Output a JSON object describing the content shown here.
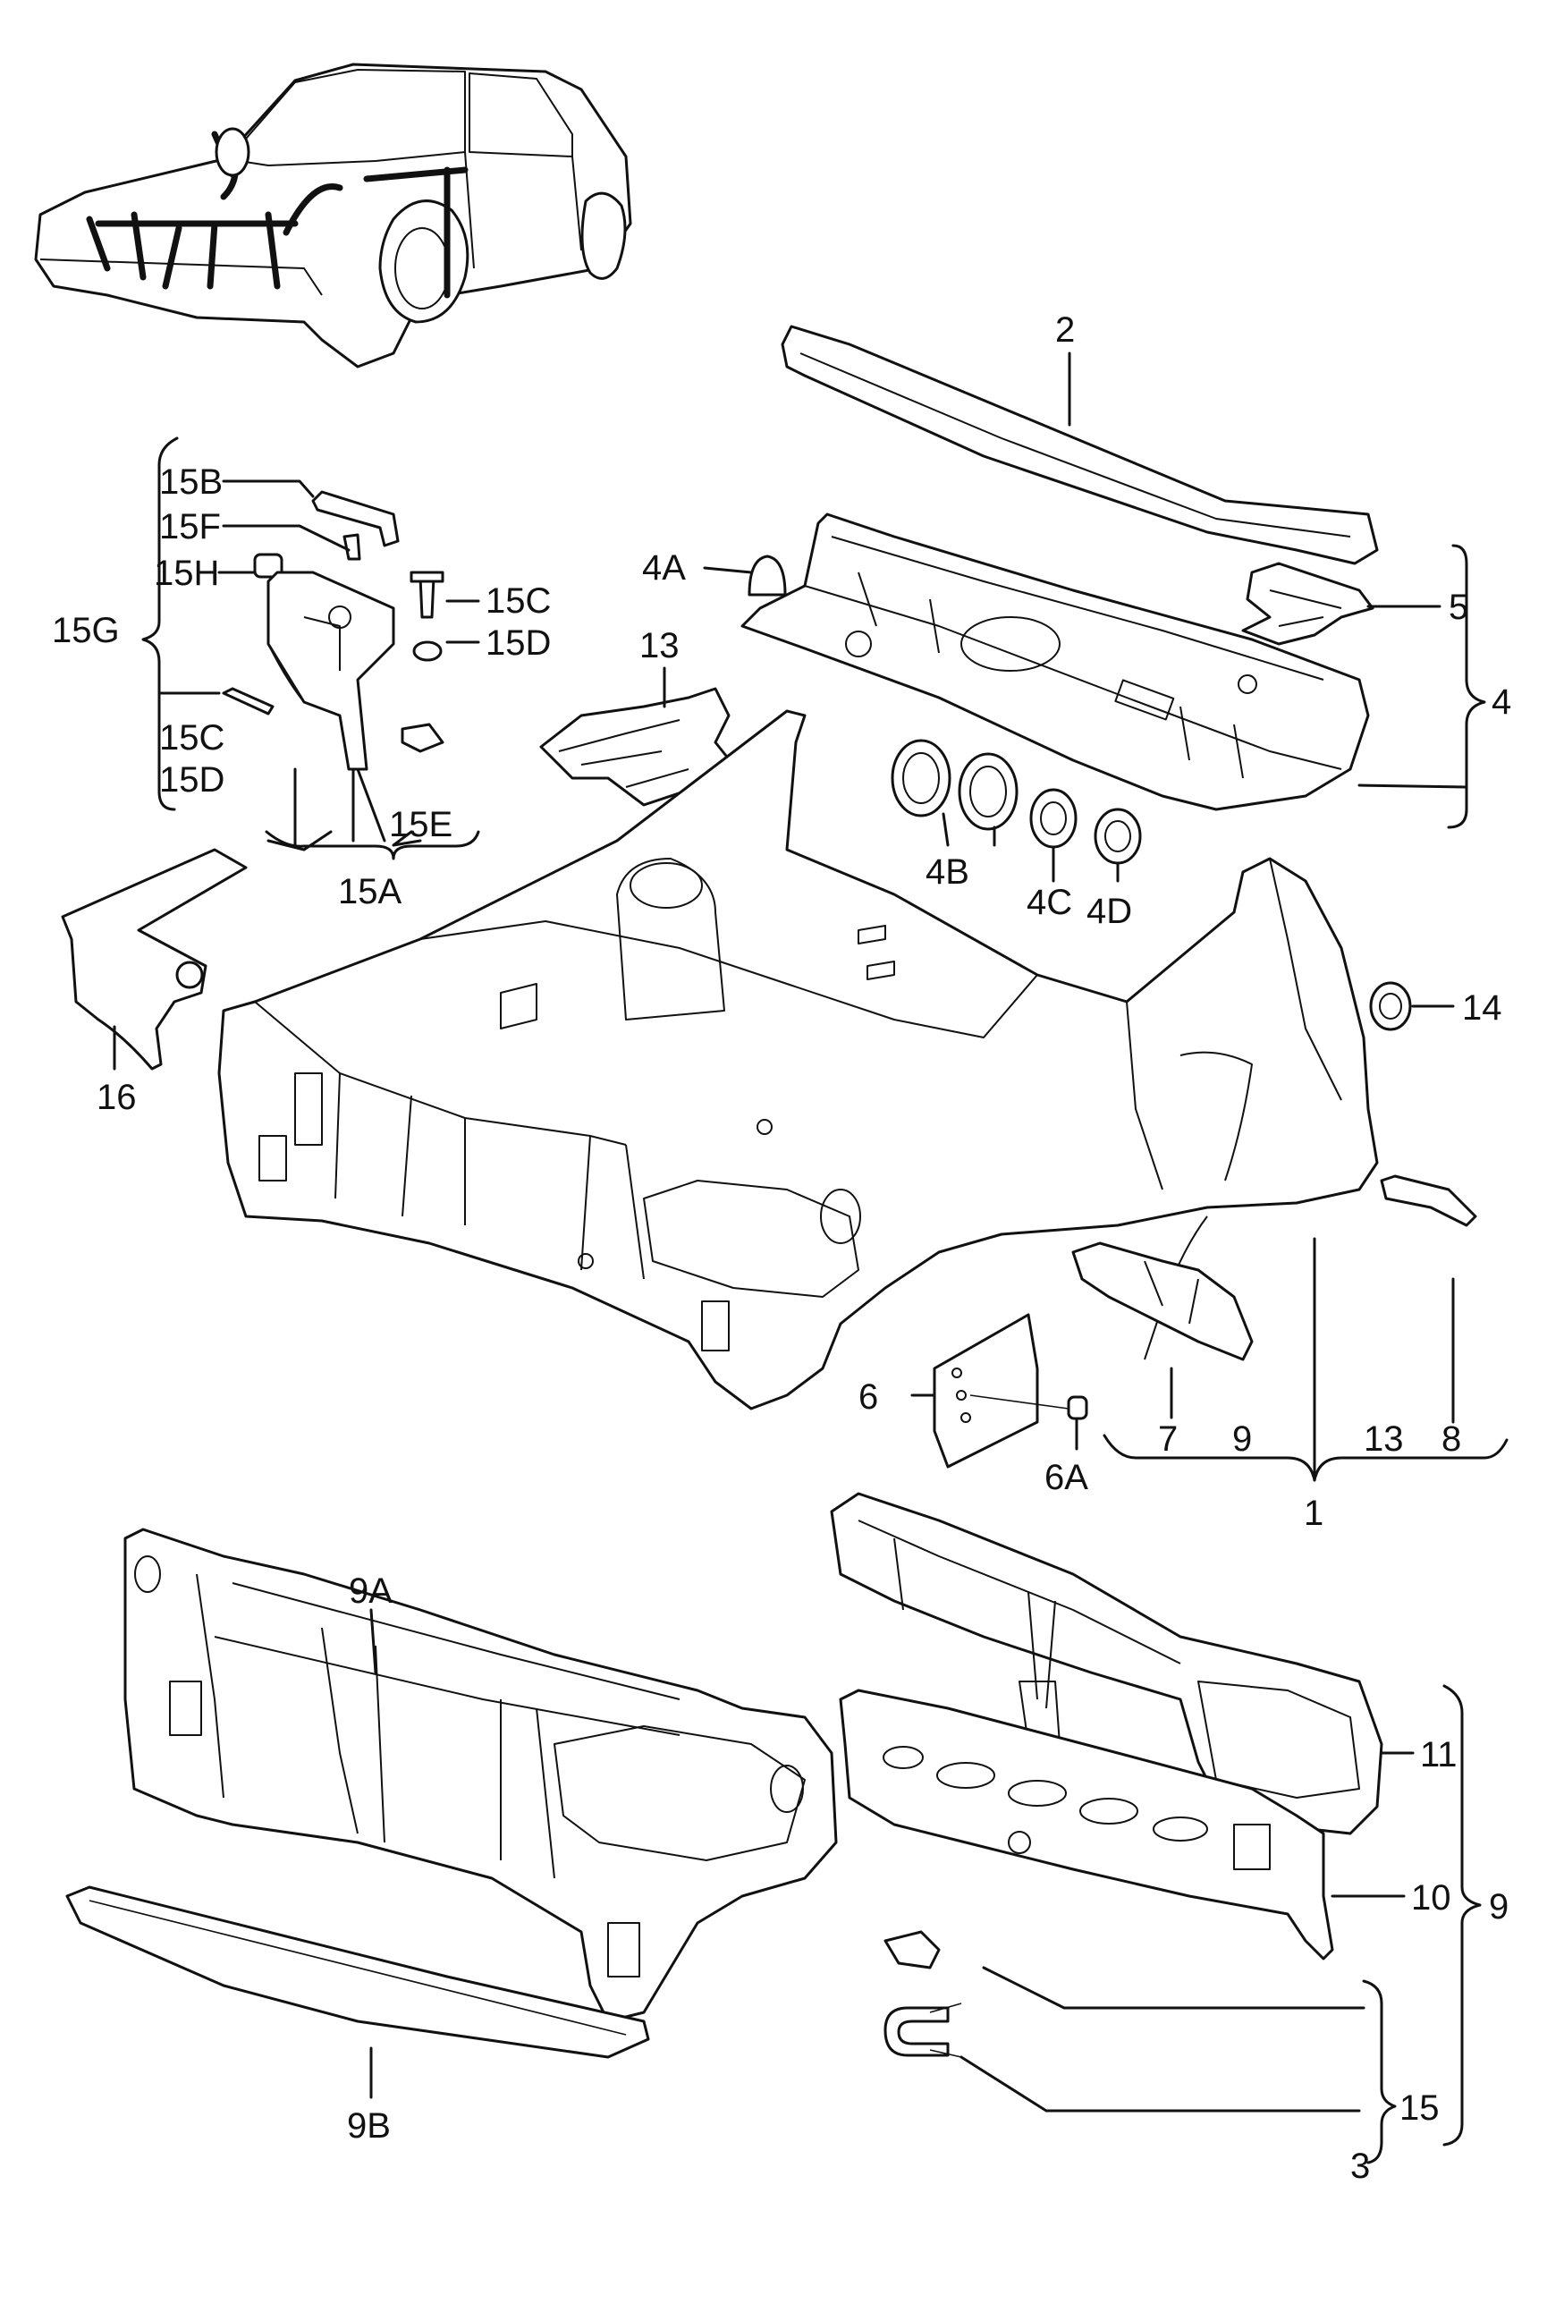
{
  "labels": {
    "l2": "2",
    "l4A": "4A",
    "l5": "5",
    "l4": "4",
    "l13top": "13",
    "l4B": "4B",
    "l4C": "4C",
    "l4D": "4D",
    "l15B": "15B",
    "l15F": "15F",
    "l15H": "15H",
    "l15C_a": "15C",
    "l15G": "15G",
    "l15D_a": "15D",
    "l15C_b": "15C",
    "l15D_b": "15D",
    "l15E": "15E",
    "l15A": "15A",
    "l16": "16",
    "l14": "14",
    "l6": "6",
    "l6A": "6A",
    "l7": "7",
    "l9_group": "9",
    "l13_group": "13",
    "l8": "8",
    "l1": "1",
    "l9A": "9A",
    "l9B": "9B",
    "l11": "11",
    "l10": "10",
    "l9_right": "9",
    "l15_right": "15",
    "l3": "3"
  }
}
